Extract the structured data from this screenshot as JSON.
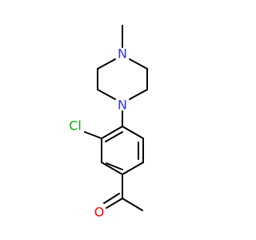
{
  "molecule": {
    "atoms": [
      {
        "label": "N",
        "color": "#3333ff"
      },
      {
        "label": "N",
        "color": "#3333ff"
      },
      {
        "label": "Cl",
        "color": "#00b000"
      },
      {
        "label": "O",
        "color": "#ff0000"
      }
    ]
  },
  "colors": {
    "bond": "#000000",
    "background": "#ffffff"
  }
}
